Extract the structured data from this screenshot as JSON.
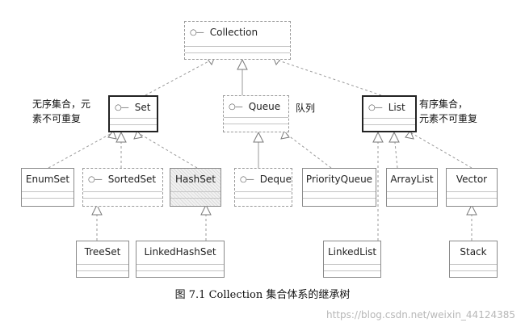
{
  "nodes": {
    "collection": {
      "label": "Collection",
      "icon": "interface-icon"
    },
    "set": {
      "label": "Set",
      "icon": "interface-icon"
    },
    "queue": {
      "label": "Queue",
      "icon": "interface-icon"
    },
    "list": {
      "label": "List",
      "icon": "interface-icon"
    },
    "enumset": {
      "label": "EnumSet"
    },
    "sortedset": {
      "label": "SortedSet",
      "icon": "interface-icon"
    },
    "hashset": {
      "label": "HashSet"
    },
    "deque": {
      "label": "Deque",
      "icon": "interface-icon"
    },
    "priorityqueue": {
      "label": "PriorityQueue"
    },
    "arraylist": {
      "label": "ArrayList"
    },
    "vector": {
      "label": "Vector"
    },
    "treeset": {
      "label": "TreeSet"
    },
    "linkedhashset": {
      "label": "LinkedHashSet"
    },
    "linkedlist": {
      "label": "LinkedList"
    },
    "stack": {
      "label": "Stack"
    }
  },
  "notes": {
    "set_line1": "无序集合，元",
    "set_line2": "素不可重复",
    "queue": "队列",
    "list_line1": "有序集合，",
    "list_line2": "元素不可重复"
  },
  "caption": "图 7.1 Collection 集合体系的继承树",
  "watermark": "https://blog.csdn.net/weixin_44124385",
  "colors": {
    "line": "#9a9a9a",
    "border_strong": "#222222",
    "watermark": "#b7b7b7"
  }
}
